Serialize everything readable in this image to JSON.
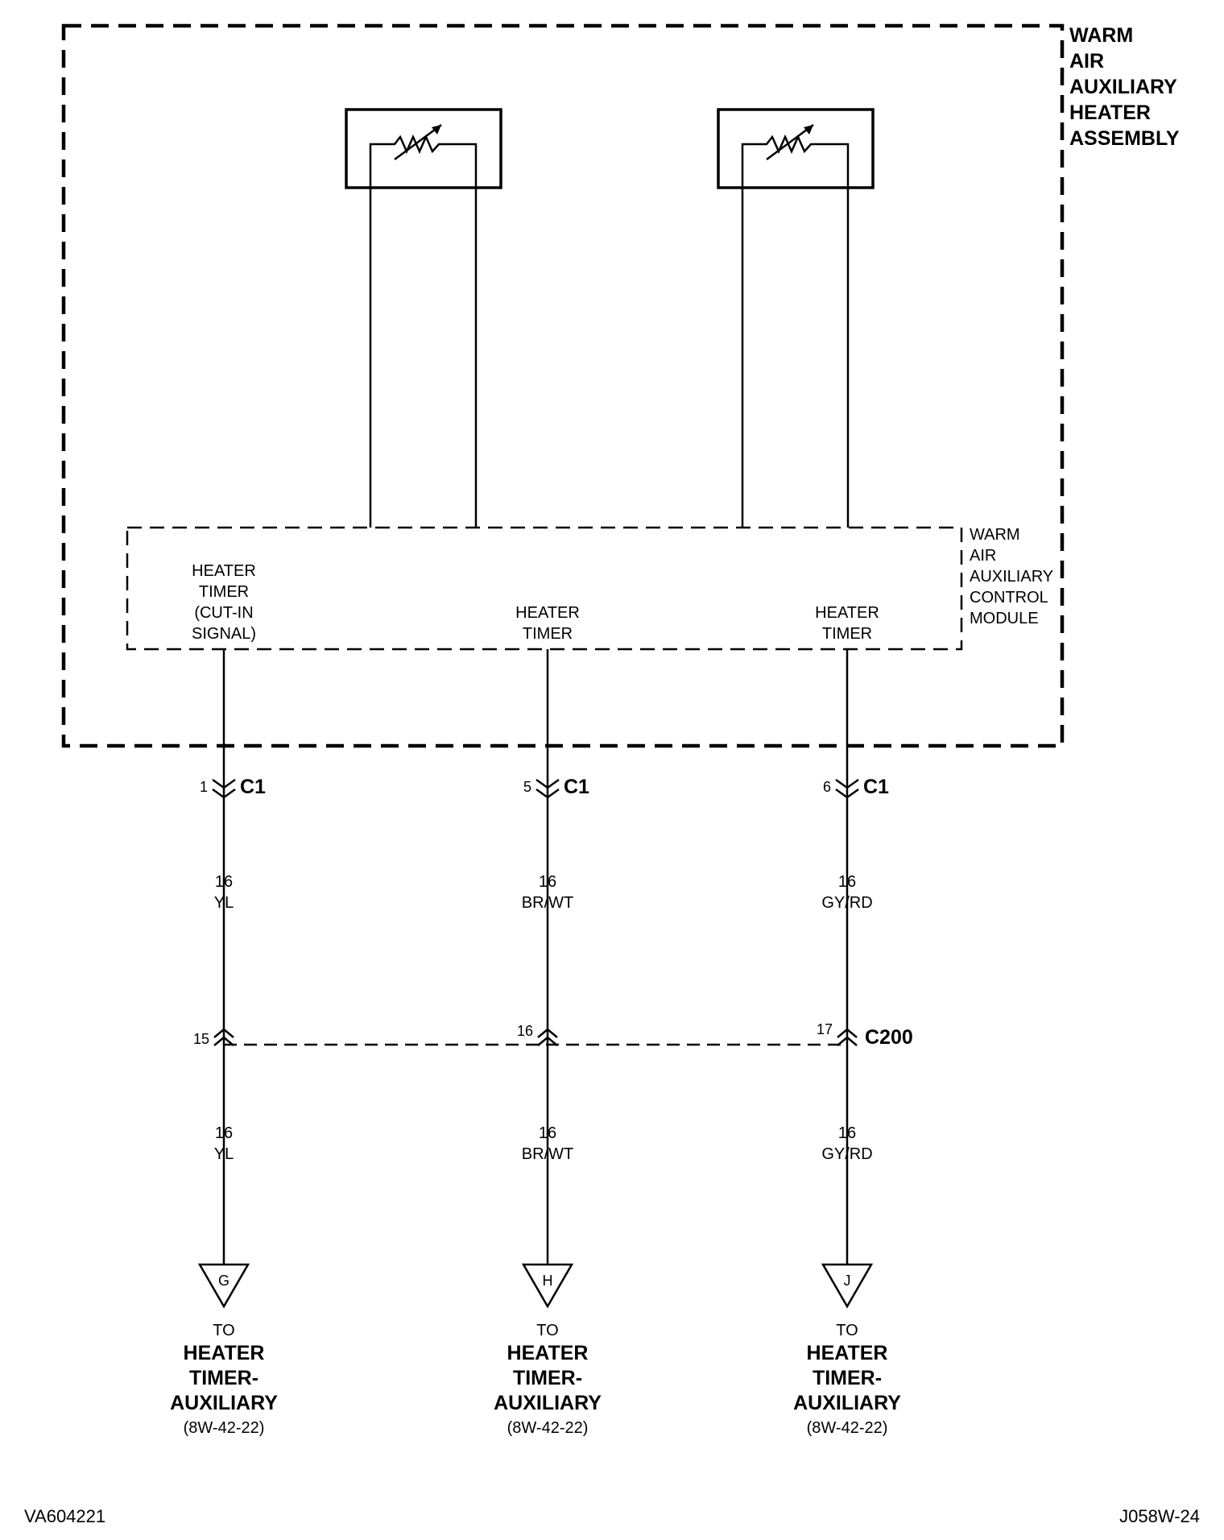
{
  "assembly": {
    "label_lines": [
      "WARM",
      "AIR",
      "AUXILIARY",
      "HEATER",
      "ASSEMBLY"
    ]
  },
  "module": {
    "label_lines": [
      "WARM",
      "AIR",
      "AUXILIARY",
      "CONTROL",
      "MODULE"
    ]
  },
  "circuits": [
    {
      "pin_label_lines": [
        "HEATER",
        "TIMER",
        "(CUT-IN",
        "SIGNAL)"
      ],
      "c1_pin": "1",
      "c1_name": "C1",
      "wire_top": {
        "gauge": "16",
        "color": "YL"
      },
      "c200_pin": "15",
      "wire_bottom": {
        "gauge": "16",
        "color": "YL"
      },
      "ref_letter": "G",
      "to": "TO",
      "dest_lines": [
        "HEATER",
        "TIMER-",
        "AUXILIARY"
      ],
      "page_ref": "(8W-42-22)"
    },
    {
      "pin_label_lines": [
        "HEATER",
        "TIMER"
      ],
      "c1_pin": "5",
      "c1_name": "C1",
      "wire_top": {
        "gauge": "16",
        "color": "BR/WT"
      },
      "c200_pin": "16",
      "wire_bottom": {
        "gauge": "16",
        "color": "BR/WT"
      },
      "ref_letter": "H",
      "to": "TO",
      "dest_lines": [
        "HEATER",
        "TIMER-",
        "AUXILIARY"
      ],
      "page_ref": "(8W-42-22)"
    },
    {
      "pin_label_lines": [
        "HEATER",
        "TIMER"
      ],
      "c1_pin": "6",
      "c1_name": "C1",
      "wire_top": {
        "gauge": "16",
        "color": "GY/RD"
      },
      "c200_pin": "17",
      "wire_bottom": {
        "gauge": "16",
        "color": "GY/RD"
      },
      "ref_letter": "J",
      "to": "TO",
      "dest_lines": [
        "HEATER",
        "TIMER-",
        "AUXILIARY"
      ],
      "page_ref": "(8W-42-22)"
    }
  ],
  "c200_name": "C200",
  "footer": {
    "left_code": "VA604221",
    "right_code": "J058W-24"
  }
}
